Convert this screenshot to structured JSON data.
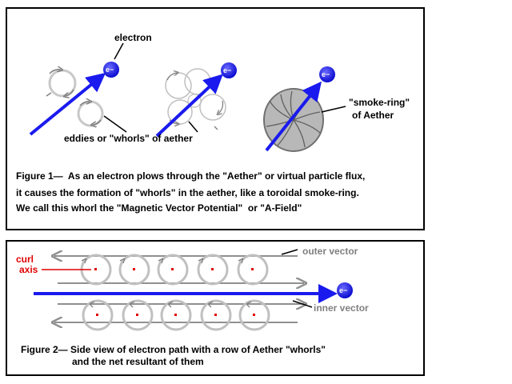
{
  "figure1": {
    "label_electron": "electron",
    "electron_symbol": "e−",
    "label_eddies": "eddies or \"whorls\" of aether",
    "label_smoke_ring_line1": "\"smoke-ring\"",
    "label_smoke_ring_line2": "of Aether",
    "caption_line1": "Figure 1—  As an electron plows through the \"Aether\" or virtual particle flux,",
    "caption_line2": "it causes the formation of \"whorls\" in the aether, like a toroidal smoke-ring.",
    "caption_line3": "We call this whorl the \"Magnetic Vector Potential\"  or \"A-Field\""
  },
  "figure2": {
    "label_curl": "curl",
    "label_axis": "axis",
    "label_outer_vector": "outer vector",
    "label_inner_vector": "inner vector",
    "electron_symbol": "e−",
    "caption_line1": "Figure 2— Side view of electron path with a row of Aether \"whorls\"",
    "caption_line2": "and the net resultant of them"
  },
  "colors": {
    "electron_blue": "#1010e0",
    "arrow_blue": "#1a1aee",
    "whorl_gray": "#c0c0c0",
    "vector_gray": "#909090",
    "curl_red": "#e00000"
  }
}
